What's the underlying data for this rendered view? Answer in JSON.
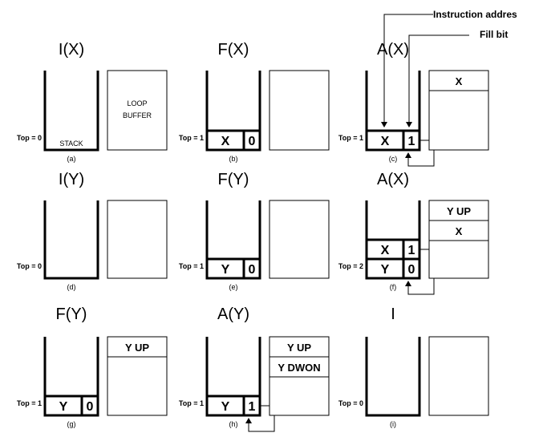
{
  "annotations": {
    "instruction_address": "Instruction addres",
    "fill_bit": "Fill bit"
  },
  "panels": [
    {
      "id": "a",
      "title": "I(X)",
      "top_label": "Top = 0",
      "caption": "(a)",
      "stack_label": "STACK",
      "stack_cells": [],
      "buffer_text": [
        "LOOP",
        "BUFFER"
      ],
      "buffer_rows": []
    },
    {
      "id": "b",
      "title": "F(X)",
      "top_label": "Top = 1",
      "caption": "(b)",
      "stack_cells": [
        {
          "addr": "X",
          "bit": "0"
        }
      ],
      "buffer_rows": []
    },
    {
      "id": "c",
      "title": "A(X)",
      "top_label": "Top = 1",
      "caption": "(c)",
      "stack_cells": [
        {
          "addr": "X",
          "bit": "1"
        }
      ],
      "buffer_rows": [
        "X"
      ]
    },
    {
      "id": "d",
      "title": "I(Y)",
      "top_label": "Top = 0",
      "caption": "(d)",
      "stack_cells": [],
      "buffer_rows": []
    },
    {
      "id": "e",
      "title": "F(Y)",
      "top_label": "Top = 1",
      "caption": "(e)",
      "stack_cells": [
        {
          "addr": "Y",
          "bit": "0"
        }
      ],
      "buffer_rows": []
    },
    {
      "id": "f",
      "title": "A(X)",
      "top_label": "Top = 2",
      "caption": "(f)",
      "stack_cells": [
        {
          "addr": "X",
          "bit": "1"
        },
        {
          "addr": "Y",
          "bit": "0"
        }
      ],
      "buffer_rows": [
        "Y UP",
        "X"
      ]
    },
    {
      "id": "g",
      "title": "F(Y)",
      "top_label": "Top = 1",
      "caption": "(g)",
      "stack_cells": [
        {
          "addr": "Y",
          "bit": "0"
        }
      ],
      "buffer_rows": [
        "Y UP"
      ]
    },
    {
      "id": "h",
      "title": "A(Y)",
      "top_label": "Top = 1",
      "caption": "(h)",
      "stack_cells": [
        {
          "addr": "Y",
          "bit": "1"
        }
      ],
      "buffer_rows": [
        "Y UP",
        "Y DWON"
      ]
    },
    {
      "id": "i",
      "title": "I",
      "top_label": "Top = 0",
      "caption": "(i)",
      "stack_cells": [],
      "buffer_rows": []
    }
  ]
}
